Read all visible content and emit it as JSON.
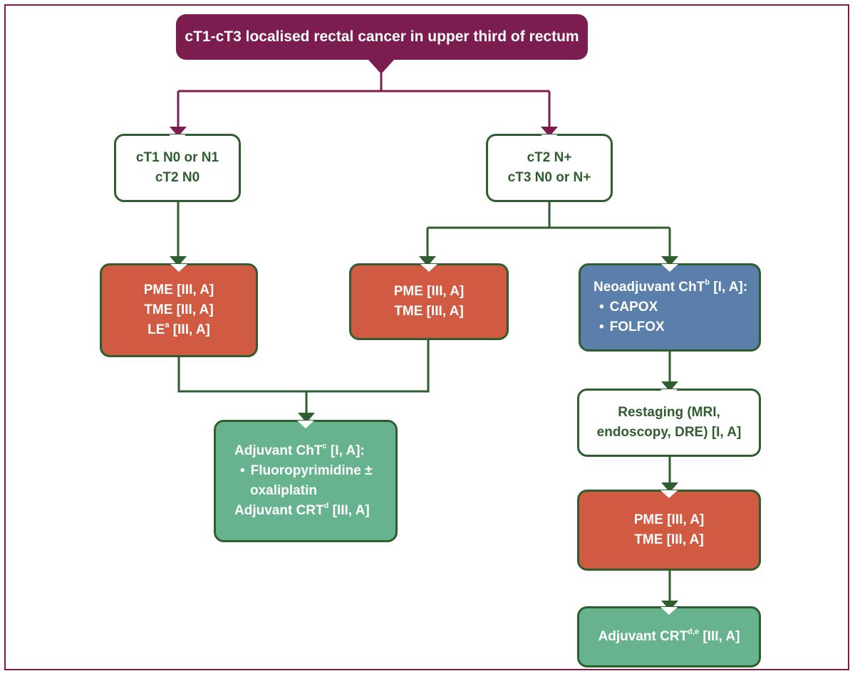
{
  "title": "cT1-cT3 localised rectal cancer in upper third of rectum",
  "colors": {
    "frame": "#7b1e4f",
    "header": "#7b1e4f",
    "line_green": "#2e5e2e",
    "surgery": "#d15a42",
    "chemo": "#5b7fab",
    "adjuvant": "#67b38f"
  },
  "nodes": {
    "stage_early": {
      "lines": [
        "cT1 N0 or N1",
        "cT2 N0"
      ]
    },
    "stage_advanced": {
      "lines": [
        "cT2 N+",
        "cT3 N0 or N+"
      ]
    },
    "surgery_early": {
      "line1": "PME [III, A]",
      "line2": "TME [III, A]",
      "line3_main": "LE",
      "line3_sup": "a",
      "line3_tail": " [III, A]"
    },
    "surgery_direct": {
      "line1": "PME [III, A]",
      "line2": "TME [III, A]"
    },
    "neoadjuvant": {
      "head_main": "Neoadjuvant ChT",
      "head_sup": "b",
      "head_tail": " [I, A]:",
      "bullets": [
        "CAPOX",
        "FOLFOX"
      ]
    },
    "adjuvant_chemo": {
      "head_main": "Adjuvant ChT",
      "head_sup": "c",
      "head_tail": " [I, A]:",
      "bullet1": "Fluoropyrimidine ±",
      "bullet1_cont": "oxaliplatin",
      "crt_main": "Adjuvant CRT",
      "crt_sup": "d",
      "crt_tail": " [III, A]"
    },
    "restaging": {
      "lines": [
        "Restaging (MRI,",
        "endoscopy, DRE) [I, A]"
      ]
    },
    "surgery_after_neo": {
      "line1": "PME [III, A]",
      "line2": "TME [III, A]"
    },
    "adjuvant_crt": {
      "main": "Adjuvant CRT",
      "sup": "d,e",
      "tail": " [III, A]"
    }
  }
}
